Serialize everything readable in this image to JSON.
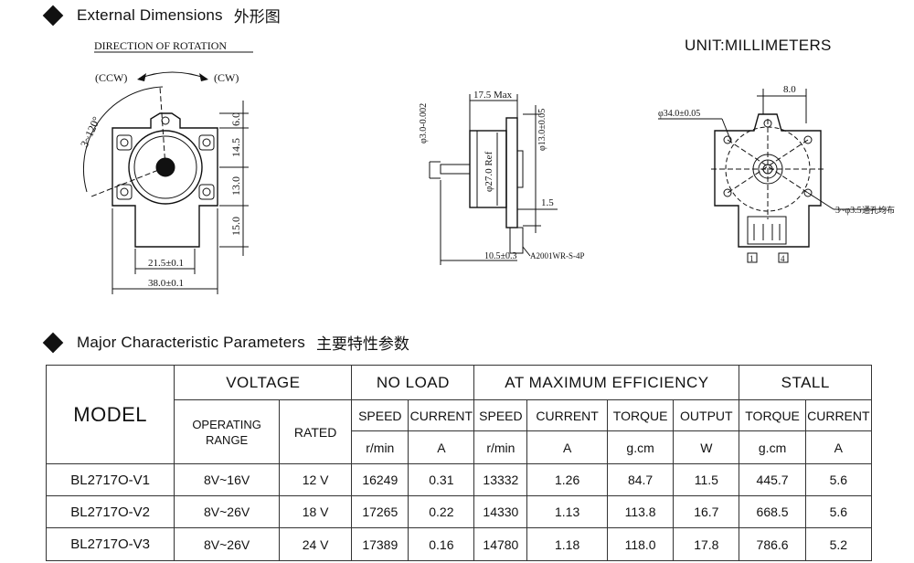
{
  "sections": {
    "dimensions_title": "External Dimensions",
    "dimensions_title_cn": "外形图",
    "params_title": "Major  Characteristic Parameters",
    "params_title_cn": "主要特性参数"
  },
  "unit": "UNIT:MILLIMETERS",
  "drawing": {
    "front": {
      "direction_title": "DIRECTION  OF  ROTATION",
      "ccw": "(CCW)",
      "cw": "(CW)",
      "angle": "3~120°",
      "dim_6": "6.0",
      "dim_14_5": "14.5",
      "dim_13": "13.0",
      "dim_15": "15.0",
      "dim_21_5": "21.5±0.1",
      "dim_38": "38.0±0.1"
    },
    "side": {
      "max": "17.5 Max",
      "shaft_dia": "φ3.0-0.002",
      "hub_dia": "φ13.0±0.05",
      "body_dia": "φ27.0 Ref",
      "dim_1_5": "1.5",
      "dim_10_5": "10.5±0.3",
      "connector": "A2001WR-S-4P"
    },
    "back": {
      "dim_8": "8.0",
      "pcd": "φ34.0±0.05",
      "holes": "3~φ3.5",
      "holes_cn": "通孔均布",
      "pin1": "1",
      "pin4": "4"
    }
  },
  "table": {
    "model_header": "MODEL",
    "groups": {
      "voltage": "VOLTAGE",
      "no_load": "NO   LOAD",
      "max_eff": "AT  MAXIMUM  EFFICIENCY",
      "stall": "STALL"
    },
    "sub": {
      "operating_range": "OPERATING RANGE",
      "rated": "RATED",
      "speed": "SPEED",
      "current": "CURRENT",
      "torque": "TORQUE",
      "output": "OUTPUT"
    },
    "units": {
      "nl_speed": "r/min",
      "nl_current": "A",
      "me_speed": "r/min",
      "me_current": "A",
      "me_torque": "g.cm",
      "me_output": "W",
      "st_torque": "g.cm",
      "st_current": "A"
    },
    "rows": [
      {
        "model": "BL2717O-V1",
        "range": "8V~16V",
        "rated": "12 V",
        "nl_speed": "16249",
        "nl_current": "0.31",
        "me_speed": "13332",
        "me_current": "1.26",
        "me_torque": "84.7",
        "me_output": "11.5",
        "st_torque": "445.7",
        "st_current": "5.6"
      },
      {
        "model": "BL2717O-V2",
        "range": "8V~26V",
        "rated": "18 V",
        "nl_speed": "17265",
        "nl_current": "0.22",
        "me_speed": "14330",
        "me_current": "1.13",
        "me_torque": "113.8",
        "me_output": "16.7",
        "st_torque": "668.5",
        "st_current": "5.6"
      },
      {
        "model": "BL2717O-V3",
        "range": "8V~26V",
        "rated": "24 V",
        "nl_speed": "17389",
        "nl_current": "0.16",
        "me_speed": "14780",
        "me_current": "1.18",
        "me_torque": "118.0",
        "me_output": "17.8",
        "st_torque": "786.6",
        "st_current": "5.2"
      }
    ]
  }
}
